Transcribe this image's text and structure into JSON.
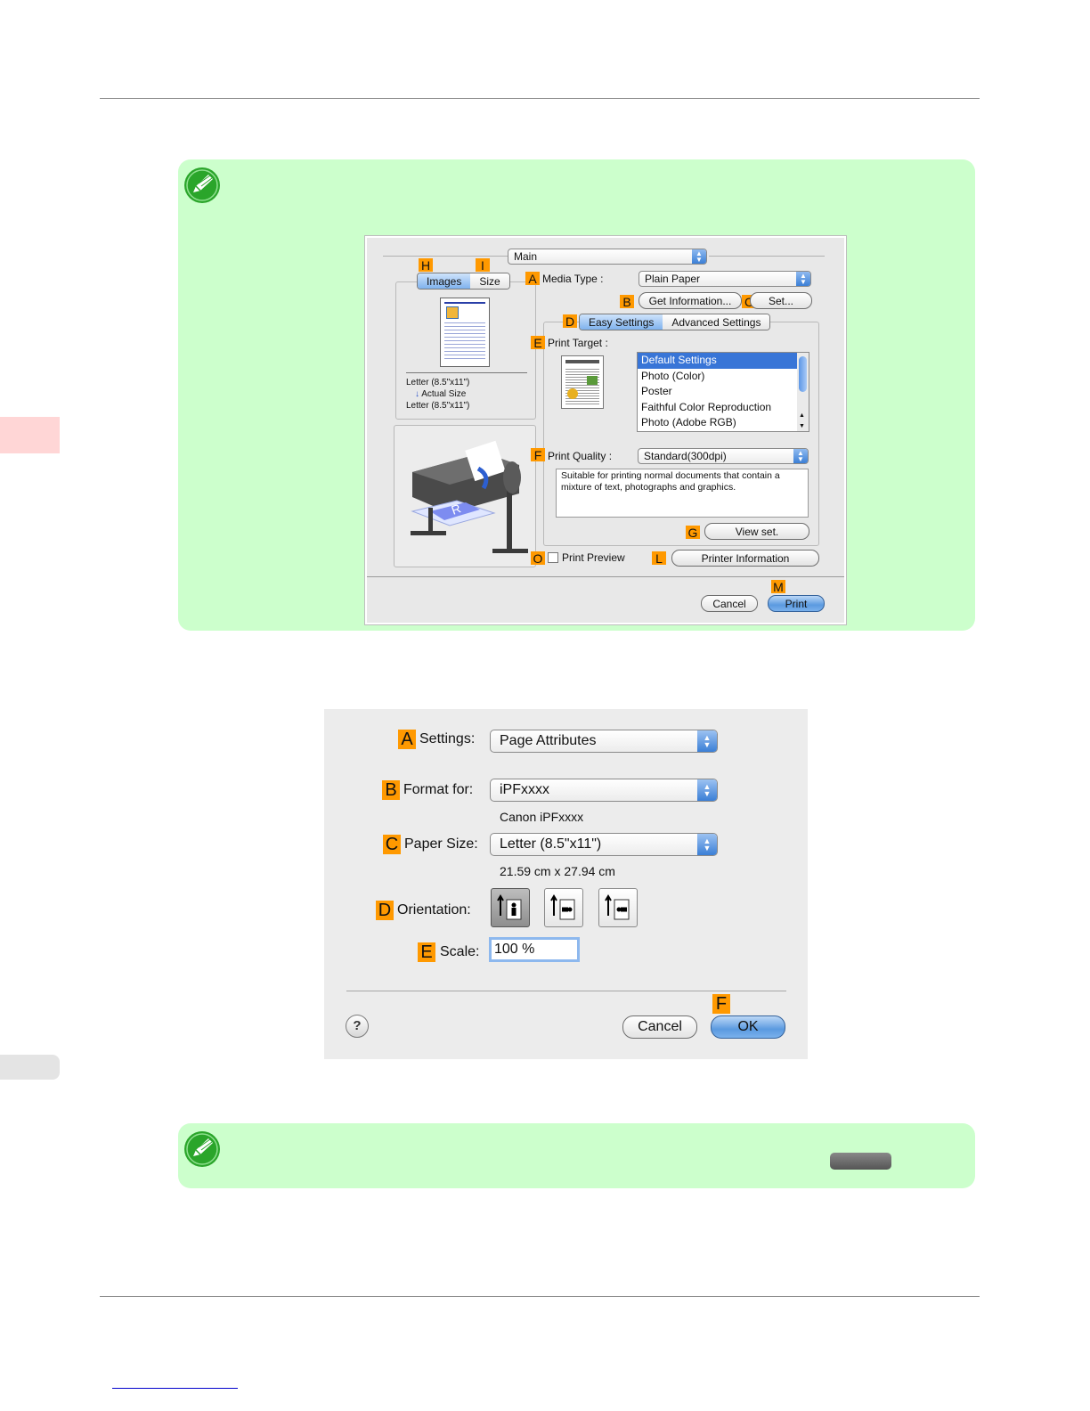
{
  "colors": {
    "note_bg": "#ccffcc",
    "label_orange": "#ff9900",
    "side_tab_pink": "#ffd6d6",
    "side_tab_gray": "#e4e4e4",
    "link_blue": "#0000cc"
  },
  "print_dialog": {
    "panel_popup": "Main",
    "tabs": [
      "Images",
      "Size"
    ],
    "paper_info": {
      "line1": "Letter (8.5\"x11\")",
      "line2": "Actual Size",
      "line3": "Letter (8.5\"x11\")"
    },
    "media_type_label": "Media Type :",
    "media_type_value": "Plain Paper",
    "get_information_button": "Get Information...",
    "set_button": "Set...",
    "settings_tabs": [
      "Easy Settings",
      "Advanced Settings"
    ],
    "print_target_label": "Print Target :",
    "print_target_options": [
      "Default Settings",
      "Photo (Color)",
      "Poster",
      "Faithful Color Reproduction",
      "Photo (Adobe RGB)"
    ],
    "print_quality_label": "Print Quality :",
    "print_quality_value": "Standard(300dpi)",
    "description": "Suitable for printing normal documents that contain a mixture of text, photographs and graphics.",
    "view_set_button": "View set.",
    "print_preview_label": "Print Preview",
    "printer_information_button": "Printer Information",
    "cancel_button": "Cancel",
    "print_button": "Print",
    "markers": {
      "h": "H",
      "i": "I",
      "a": "A",
      "b": "B",
      "c": "C",
      "d": "D",
      "e": "E",
      "f": "F",
      "g": "G",
      "o": "O",
      "l": "L",
      "m": "M"
    }
  },
  "page_setup": {
    "settings_label": "Settings:",
    "settings_value": "Page Attributes",
    "format_for_label": "Format for:",
    "format_for_value": "iPFxxxx",
    "format_for_sub": "Canon iPFxxxx",
    "paper_size_label": "Paper Size:",
    "paper_size_value": "Letter (8.5\"x11\")",
    "paper_size_sub": "21.59 cm x 27.94 cm",
    "orientation_label": "Orientation:",
    "scale_label": "Scale:",
    "scale_value": "100 %",
    "help_icon": "?",
    "cancel_button": "Cancel",
    "ok_button": "OK",
    "markers": {
      "a": "A",
      "b": "B",
      "c": "C",
      "d": "D",
      "e": "E",
      "f": "F"
    }
  }
}
